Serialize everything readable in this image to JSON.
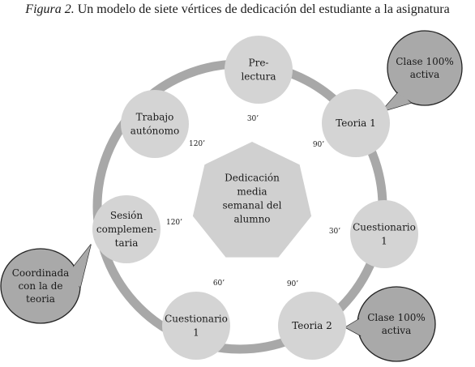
{
  "caption": {
    "label": "Figura 2.",
    "text": "Un modelo de siete vértices de dedicación del estudiante a la asignatura"
  },
  "center": {
    "lines": [
      "Dedicación",
      "media",
      "semanal del",
      "alumno"
    ]
  },
  "nodes": [
    {
      "id": "prelectura",
      "lines": [
        "Pre-",
        "lectura"
      ]
    },
    {
      "id": "teoria-1",
      "lines": [
        "Teoria 1"
      ]
    },
    {
      "id": "cuestionario-1-right",
      "lines": [
        "Cuestionario",
        "1"
      ]
    },
    {
      "id": "teoria-2",
      "lines": [
        "Teoria 2"
      ]
    },
    {
      "id": "cuestionario-1-bottom",
      "lines": [
        "Cuestionario",
        "1"
      ]
    },
    {
      "id": "sesion-complementaria",
      "lines": [
        "Sesión",
        "complemen-",
        "taria"
      ]
    },
    {
      "id": "trabajo-autonomo",
      "lines": [
        "Trabajo",
        "autónomo"
      ]
    }
  ],
  "times": [
    "30’",
    "90’",
    "30’",
    "90’",
    "60’",
    "120’",
    "120’"
  ],
  "callouts": [
    {
      "id": "clase-activa-1",
      "lines": [
        "Clase 100%",
        "activa"
      ]
    },
    {
      "id": "clase-activa-2",
      "lines": [
        "Clase 100%",
        "activa"
      ]
    },
    {
      "id": "coordinada",
      "lines": [
        "Coordinada",
        "con la de",
        "teoria"
      ]
    }
  ],
  "colors": {
    "node": "#d4d4d4",
    "ring": "#a8a8a8",
    "callout": "#a9a9a9",
    "center": "#d0d0d0"
  }
}
